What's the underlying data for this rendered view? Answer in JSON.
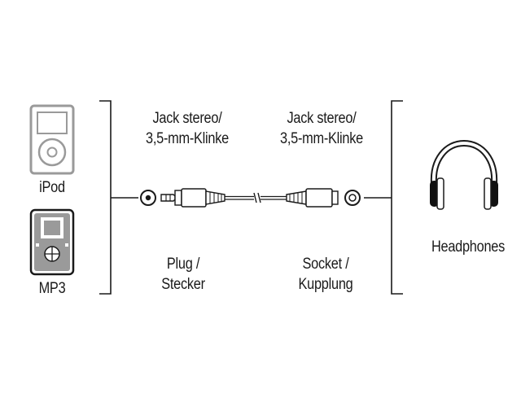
{
  "devices": {
    "ipod_label": "iPod",
    "mp3_label": "MP3",
    "headphones_label": "Headphones"
  },
  "plug": {
    "title_line1": "Jack stereo/",
    "title_line2": "3,5-mm-Klinke",
    "caption_line1": "Plug /",
    "caption_line2": "Stecker"
  },
  "socket": {
    "title_line1": "Jack stereo/",
    "title_line2": "3,5-mm-Klinke",
    "caption_line1": "Socket /",
    "caption_line2": "Kupplung"
  },
  "colors": {
    "ink": "#1a1a1a",
    "device_gray": "#9a9a9a"
  }
}
